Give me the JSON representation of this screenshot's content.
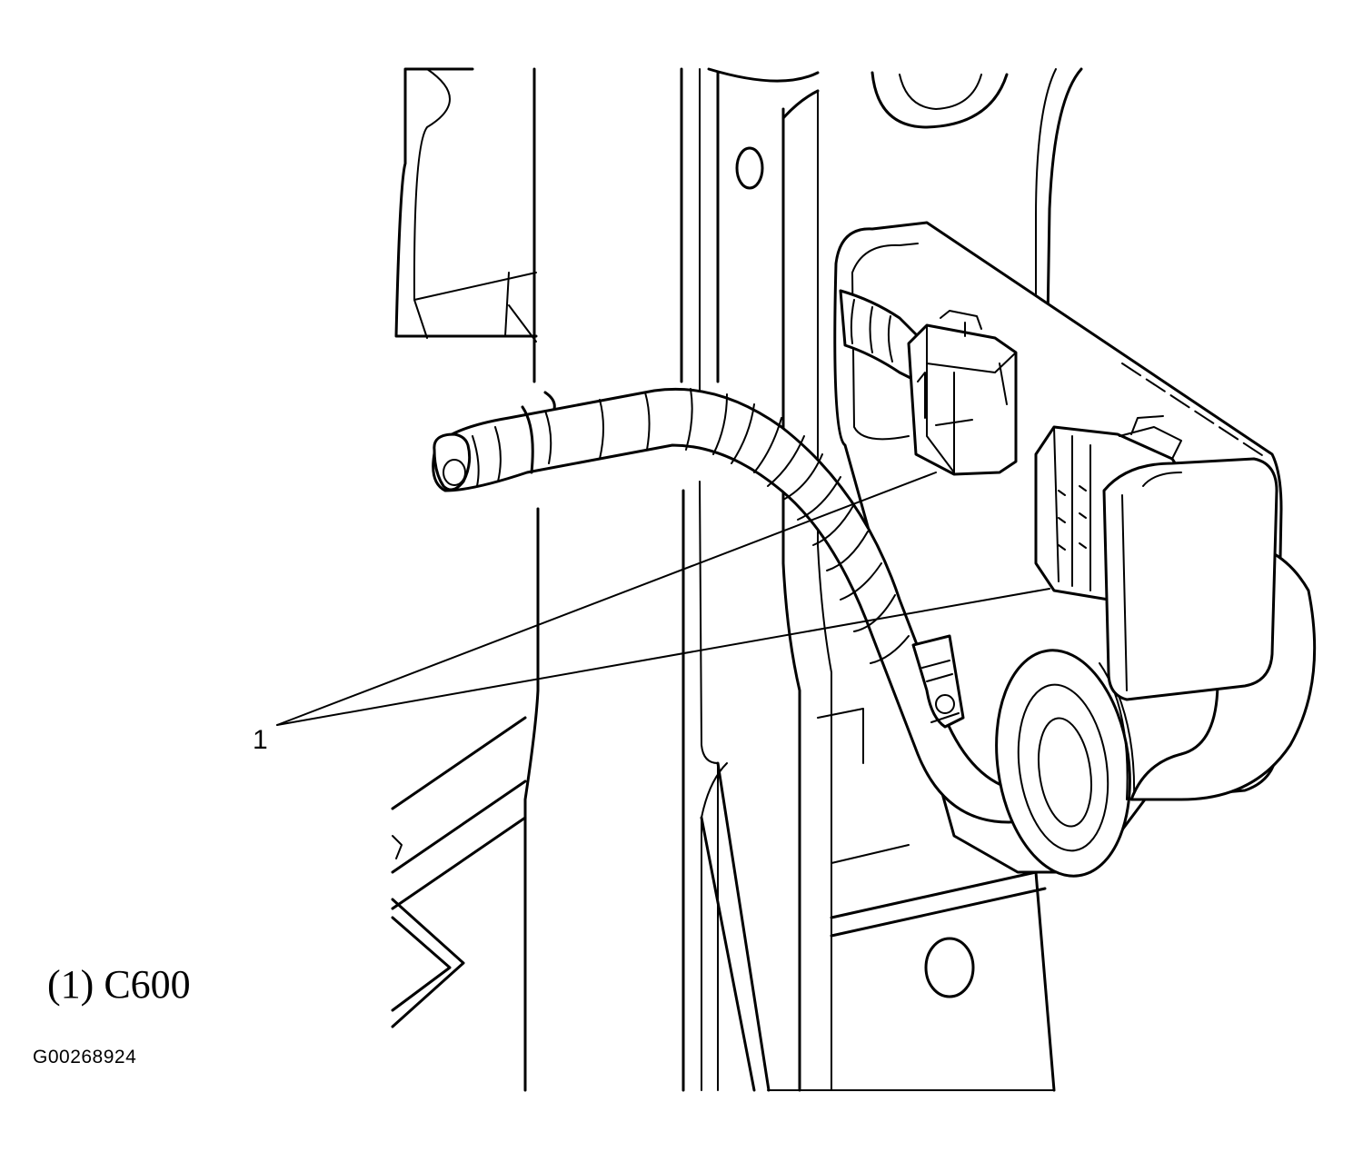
{
  "callouts": [
    {
      "number": "1"
    }
  ],
  "legend": {
    "items": [
      {
        "number": "(1)",
        "label": "C600"
      }
    ]
  },
  "figure_id": "G00268924",
  "colors": {
    "ink": "#000000",
    "paper": "#ffffff"
  }
}
